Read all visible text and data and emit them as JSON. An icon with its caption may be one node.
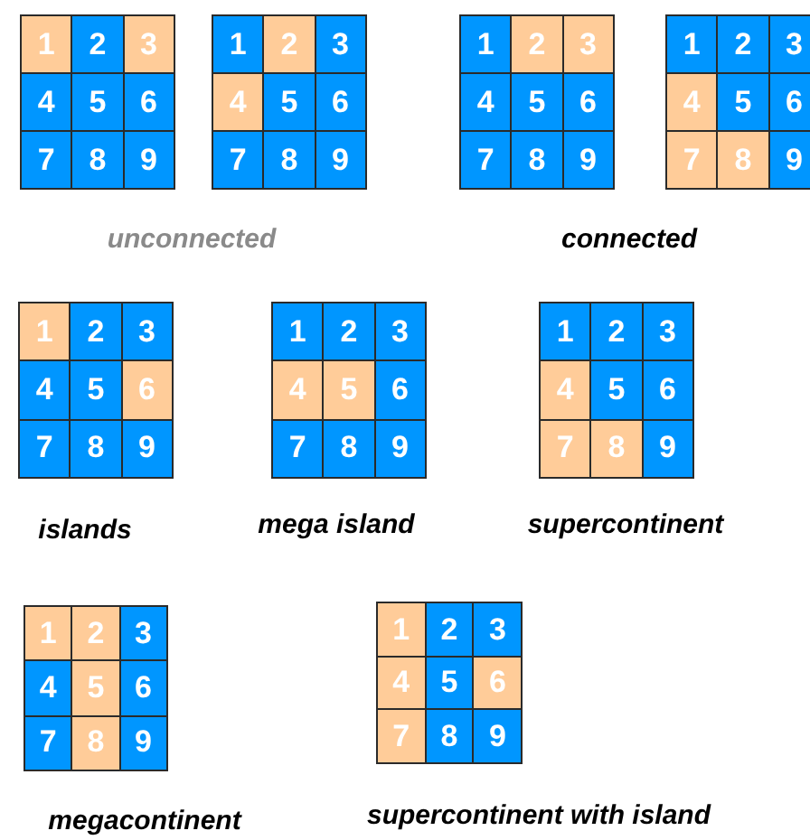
{
  "diagram": {
    "nodes": [
      {
        "text": [
          "1"
        ]
      },
      {
        "text": [
          "2"
        ]
      },
      {
        "text": [
          "3"
        ]
      },
      {
        "text": [
          "4"
        ]
      },
      {
        "text": [
          "5"
        ]
      },
      {
        "text": [
          "6"
        ]
      },
      {
        "text": [
          "7"
        ]
      },
      {
        "text": [
          "8"
        ]
      },
      {
        "text": [
          "9"
        ]
      },
      {
        "text": [
          "1"
        ]
      },
      {
        "text": [
          "2"
        ]
      },
      {
        "text": [
          "3"
        ]
      },
      {
        "text": [
          "4"
        ]
      },
      {
        "text": [
          "5"
        ]
      },
      {
        "text": [
          "6"
        ]
      },
      {
        "text": [
          "7"
        ]
      },
      {
        "text": [
          "8"
        ]
      },
      {
        "text": [
          "9"
        ]
      },
      {
        "text": [
          "1"
        ]
      },
      {
        "text": [
          "2"
        ]
      },
      {
        "text": [
          "3"
        ]
      },
      {
        "text": [
          "4"
        ]
      },
      {
        "text": [
          "5"
        ]
      },
      {
        "text": [
          "6"
        ]
      },
      {
        "text": [
          "7"
        ]
      },
      {
        "text": [
          "8"
        ]
      },
      {
        "text": [
          "9"
        ]
      },
      {
        "text": [
          "1"
        ]
      },
      {
        "text": [
          "2"
        ]
      },
      {
        "text": [
          "3"
        ]
      },
      {
        "text": [
          "4"
        ]
      },
      {
        "text": [
          "5"
        ]
      },
      {
        "text": [
          "6"
        ]
      },
      {
        "text": [
          "7"
        ]
      },
      {
        "text": [
          "8"
        ]
      },
      {
        "text": [
          "9"
        ]
      },
      {
        "text": [
          "1"
        ]
      },
      {
        "text": [
          "2"
        ]
      },
      {
        "text": [
          "3"
        ]
      },
      {
        "text": [
          "4"
        ]
      },
      {
        "text": [
          "5"
        ]
      },
      {
        "text": [
          "6"
        ]
      },
      {
        "text": [
          "7"
        ]
      },
      {
        "text": [
          "8"
        ]
      },
      {
        "text": [
          "9"
        ]
      },
      {
        "text": [
          "1"
        ]
      },
      {
        "text": [
          "2"
        ]
      },
      {
        "text": [
          "3"
        ]
      },
      {
        "text": [
          "4"
        ]
      },
      {
        "text": [
          "5"
        ]
      },
      {
        "text": [
          "6"
        ]
      },
      {
        "text": [
          "7"
        ]
      },
      {
        "text": [
          "8"
        ]
      },
      {
        "text": [
          "9"
        ]
      },
      {
        "text": [
          "1"
        ]
      },
      {
        "text": [
          "2"
        ]
      },
      {
        "text": [
          "3"
        ]
      },
      {
        "text": [
          "4"
        ]
      },
      {
        "text": [
          "5"
        ]
      },
      {
        "text": [
          "6"
        ]
      },
      {
        "text": [
          "7"
        ]
      },
      {
        "text": [
          "8"
        ]
      },
      {
        "text": [
          "9"
        ]
      },
      {
        "text": [
          "1"
        ]
      },
      {
        "text": [
          "2"
        ]
      },
      {
        "text": [
          "3"
        ]
      },
      {
        "text": [
          "4"
        ]
      },
      {
        "text": [
          "5"
        ]
      },
      {
        "text": [
          "6"
        ]
      },
      {
        "text": [
          "7"
        ]
      },
      {
        "text": [
          "8"
        ]
      },
      {
        "text": [
          "9"
        ]
      },
      {
        "text": [
          "1"
        ]
      },
      {
        "text": [
          "2"
        ]
      },
      {
        "text": [
          "3"
        ]
      },
      {
        "text": [
          "4"
        ]
      },
      {
        "text": [
          "5"
        ]
      },
      {
        "text": [
          "6"
        ]
      },
      {
        "text": [
          "7"
        ]
      },
      {
        "text": [
          "8"
        ]
      },
      {
        "text": [
          "9"
        ]
      }
    ],
    "labels": [
      "unconnected",
      "connected",
      "islands",
      "mega island",
      "supercontinent",
      "megacontinent",
      "supercontinent with island"
    ]
  }
}
